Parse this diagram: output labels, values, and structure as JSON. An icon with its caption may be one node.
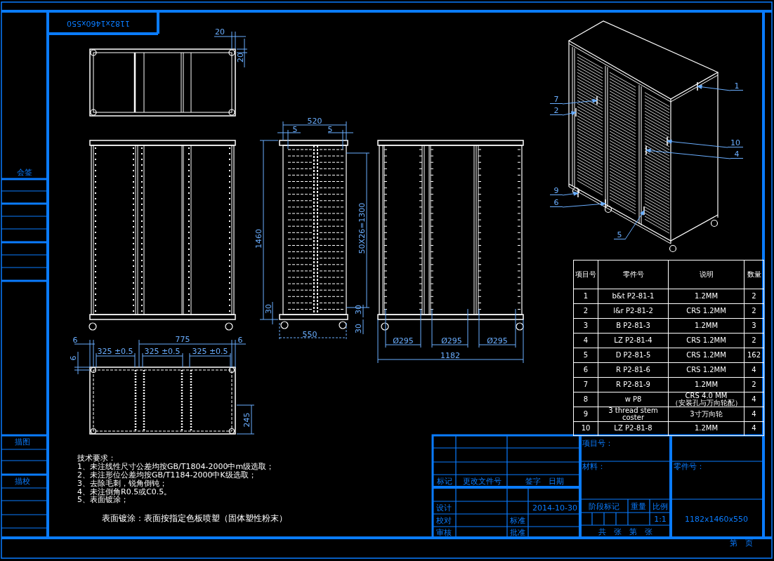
{
  "diagram": {
    "nodes": [
      {
        "text": [
          "1"
        ]
      },
      {
        "text": [
          "7"
        ]
      },
      {
        "text": [
          "2"
        ]
      },
      {
        "text": [
          "10"
        ]
      },
      {
        "text": [
          "4"
        ]
      },
      {
        "text": [
          "9"
        ]
      },
      {
        "text": [
          "6"
        ]
      },
      {
        "text": [
          "5"
        ]
      },
      {
        "text": [],
        "shape": "bar"
      },
      {
        "text": [],
        "shape": "bar"
      },
      {
        "text": [],
        "shape": "bar"
      },
      {
        "text": [],
        "shape": "bar"
      },
      {
        "text": [],
        "shape": "bar"
      },
      {
        "text": [],
        "shape": "bar"
      },
      {
        "text": [],
        "shape": "bar"
      },
      {
        "text": [],
        "shape": "bar"
      }
    ],
    "edges": [
      {
        "from": 0,
        "to": 8,
        "arrow": "to"
      },
      {
        "from": 1,
        "to": 9,
        "arrow": "to"
      },
      {
        "from": 2,
        "to": 10,
        "arrow": "to"
      },
      {
        "from": 3,
        "to": 11,
        "arrow": "to"
      },
      {
        "from": 4,
        "to": 12,
        "arrow": "to"
      },
      {
        "from": 5,
        "to": 13,
        "arrow": "to"
      },
      {
        "from": 6,
        "to": 14,
        "arrow": "to"
      },
      {
        "from": 7,
        "to": 15,
        "arrow": "to"
      }
    ],
    "labels": [
      "1182x1460x550",
      "20",
      "20",
      "520",
      "5",
      "5",
      "1460",
      "50X26=1300",
      "30",
      "30",
      "30",
      "550",
      "6",
      "775",
      "6",
      "Ø295",
      "Ø295",
      "Ø295",
      "325 ±0.5",
      "325 ±0.5",
      "325 ±0.5",
      "6",
      "1182",
      "245",
      "项目号",
      "零件号",
      "说明",
      "数量",
      "1",
      "b&t P2-81-1",
      "1.2MM",
      "2",
      "2",
      "l&r P2-81-2",
      "CRS 1.2MM",
      "2",
      "3",
      "B P2-81-3",
      "1.2MM",
      "3",
      "4",
      "LZ P2-81-4",
      "CRS 1.2MM",
      "2",
      "5",
      "D P2-81-5",
      "CRS 1.2MM",
      "162",
      "6",
      "R P2-81-6",
      "CRS 1.2MM",
      "4",
      "7",
      "R P2-81-9",
      "1.2MM",
      "2",
      "8",
      "w P8",
      "CRS 4.0 MM （安装孔与万向轮配）",
      "4",
      "9",
      "3 thread stem coster",
      "3寸万向轮",
      "4",
      "10",
      "LZ P2-81-8",
      "1.2MM",
      "4",
      "技术要求：",
      "1、未注线性尺寸公差均按GB/T1804-2000中m级选取；",
      "2、未注形位公差均按GB/T1184-2000中K级选取；",
      "3、去除毛刺，锐角倒钝；",
      "4、未注倒角R0.5或C0.5。",
      "5、表面镀涂；",
      "表面镀涂：表面按指定色板喷塑（固体塑性粉末）",
      "标记",
      "更改文件号",
      "签字　日期",
      "设计",
      "2014-10-30",
      "校对",
      "标准",
      "审核",
      "批准",
      "项目号：",
      "材料：",
      "零件号：",
      "阶段标记",
      "重量",
      "比例",
      "1:1",
      "共　张　第　张",
      "1182x1460x550",
      "会签",
      "描图",
      "描校",
      "第　页"
    ]
  }
}
